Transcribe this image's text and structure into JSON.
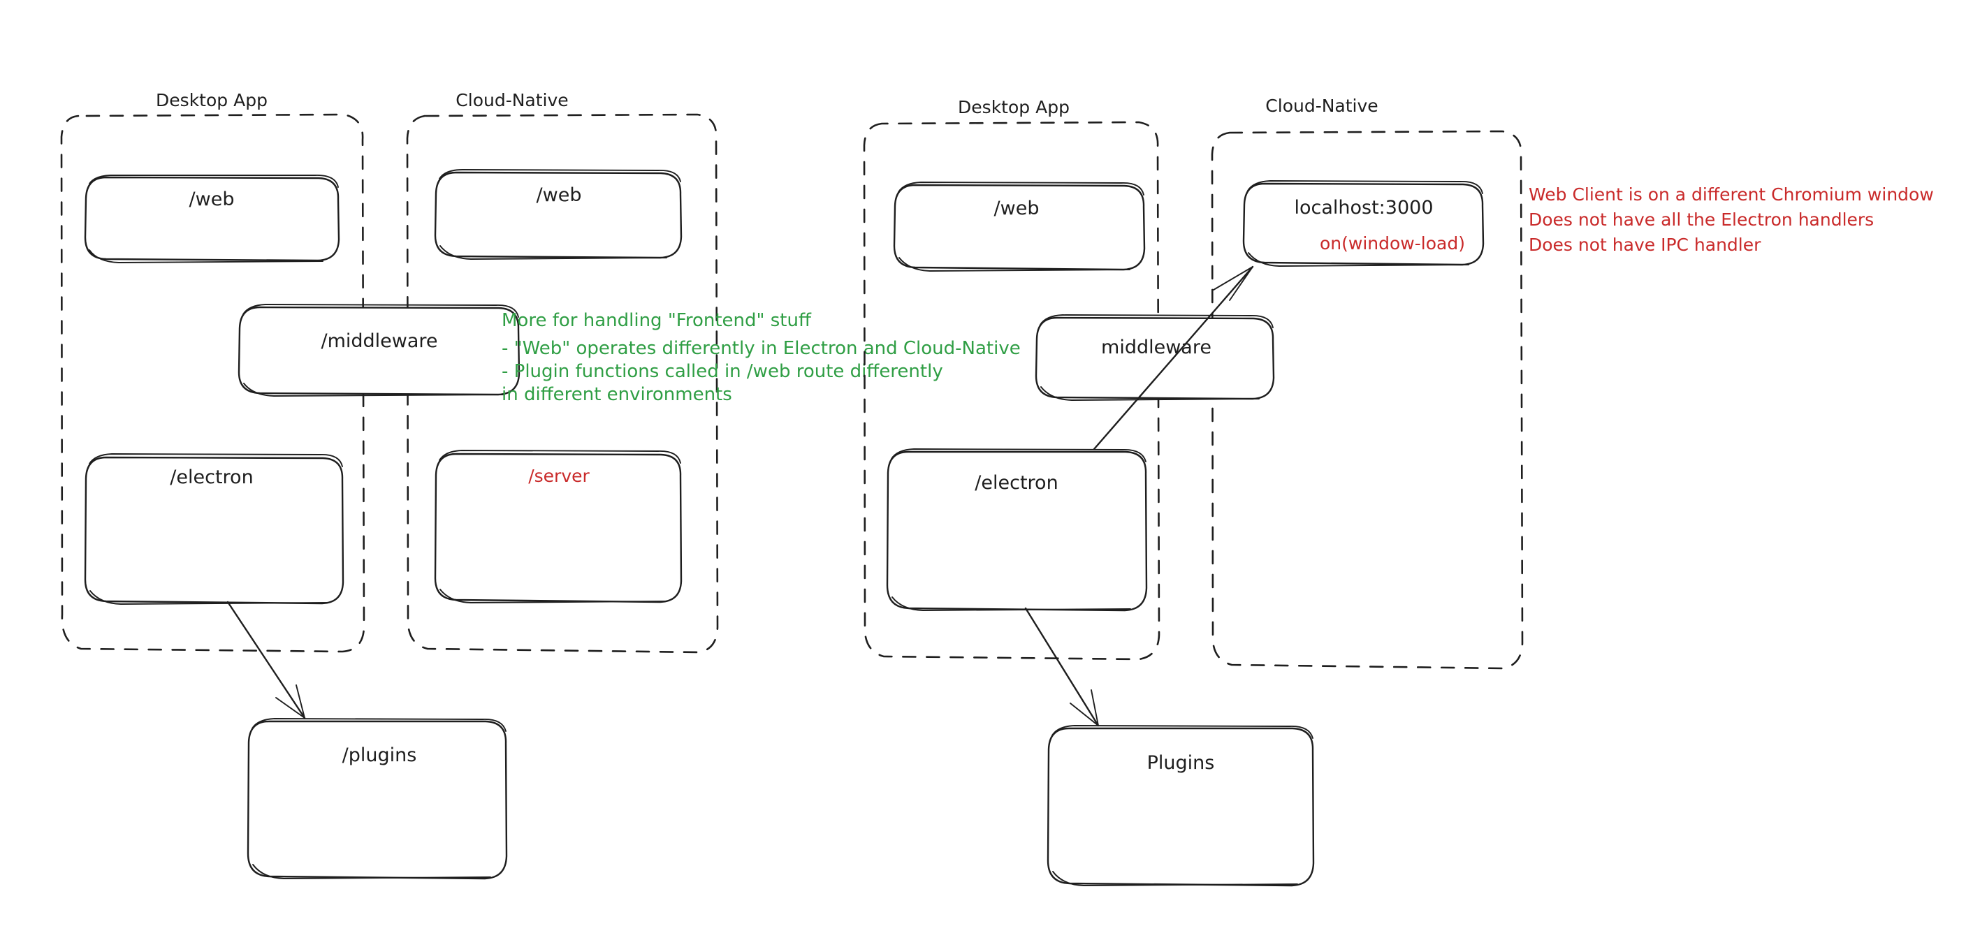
{
  "diagram": {
    "title": "Electron Desktop App vs Cloud-Native architecture comparison",
    "colors": {
      "stroke": "#1e1e1e",
      "green_note": "#2f9e44",
      "red_note": "#c92a2a",
      "background": "#ffffff"
    },
    "left_panel": {
      "groups": [
        {
          "label": "Desktop App"
        },
        {
          "label": "Cloud-Native"
        }
      ],
      "nodes": [
        {
          "id": "left-desktop-web",
          "label": "/web",
          "color": "black"
        },
        {
          "id": "left-cloud-web",
          "label": "/web",
          "color": "black"
        },
        {
          "id": "left-middleware",
          "label": "/middleware",
          "color": "black"
        },
        {
          "id": "left-electron",
          "label": "/electron",
          "color": "black"
        },
        {
          "id": "left-server",
          "label": "/server",
          "color": "red"
        },
        {
          "id": "left-plugins",
          "label": "/plugins",
          "color": "black"
        }
      ],
      "arrows": [
        {
          "from": "left-electron",
          "to": "left-plugins"
        }
      ]
    },
    "right_panel": {
      "groups": [
        {
          "label": "Desktop App"
        },
        {
          "label": "Cloud-Native"
        }
      ],
      "nodes": [
        {
          "id": "right-desktop-web",
          "label": "/web",
          "color": "black"
        },
        {
          "id": "right-localhost",
          "label": "localhost:3000",
          "sublabel": "on(window-load)",
          "color": "black",
          "sublabel_color": "red"
        },
        {
          "id": "right-middleware",
          "label": "middleware",
          "color": "black"
        },
        {
          "id": "right-electron",
          "label": "/electron",
          "color": "black"
        },
        {
          "id": "right-plugins",
          "label": "Plugins",
          "color": "black"
        }
      ],
      "arrows": [
        {
          "from": "right-electron",
          "to": "right-localhost"
        },
        {
          "from": "right-electron",
          "to": "right-plugins"
        }
      ]
    },
    "notes": {
      "green": {
        "lines": [
          "More for handling \"Frontend\" stuff",
          "- \"Web\" operates differently in Electron and Cloud-Native",
          "- Plugin functions called in /web route differently",
          "in different environments"
        ]
      },
      "red": {
        "lines": [
          "Web Client is on a different Chromium window",
          "Does not have all the Electron handlers",
          "Does not have IPC handler"
        ]
      }
    }
  }
}
